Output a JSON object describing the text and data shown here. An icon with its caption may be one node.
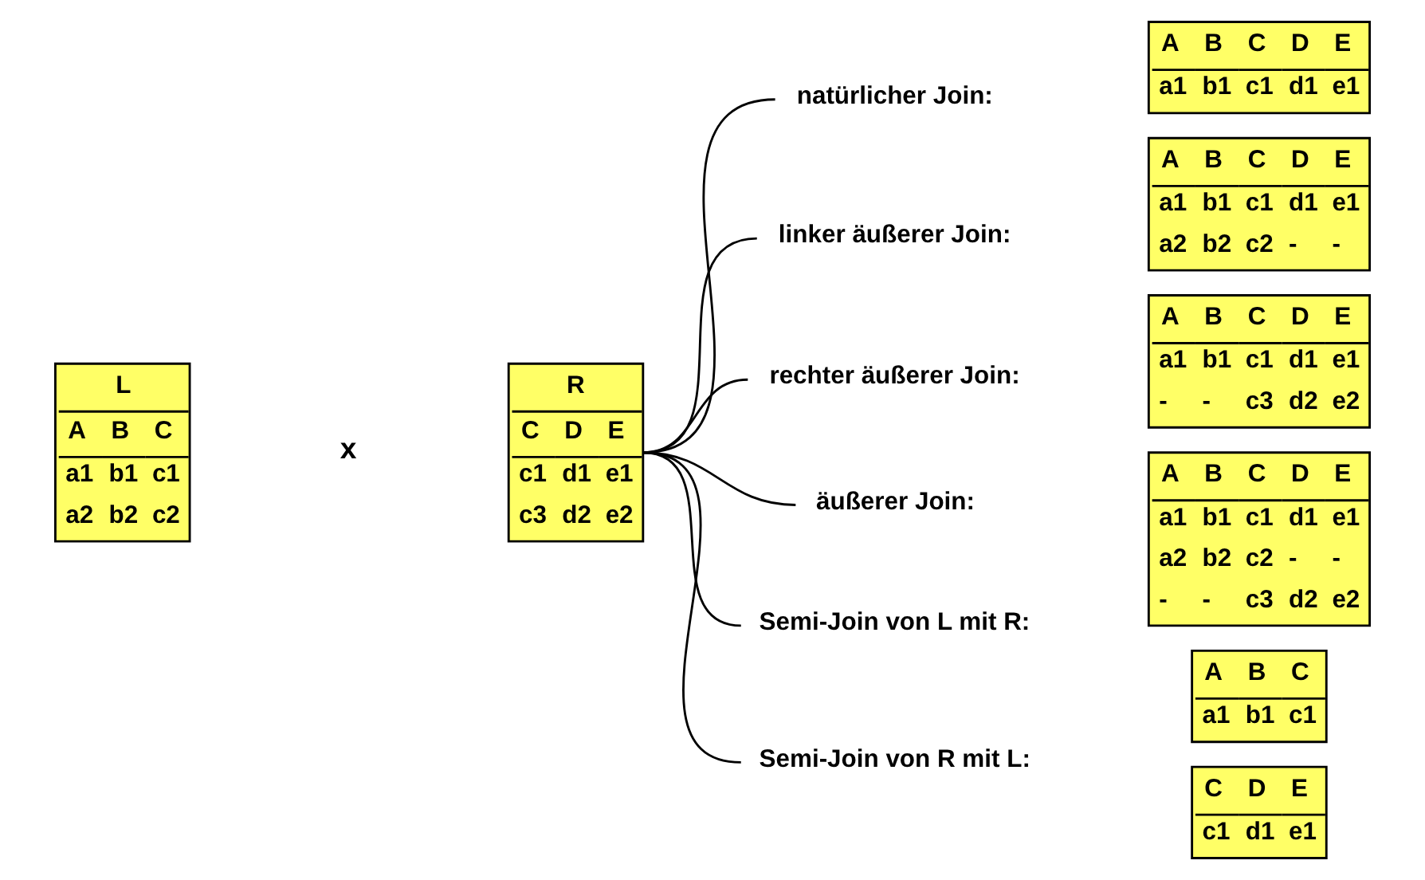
{
  "diagram": {
    "nodes": [
      {
        "text": [
          "L",
          "A",
          "B",
          "C",
          "a1",
          "b1",
          "c1",
          "a2",
          "b2",
          "c2"
        ]
      },
      {
        "text": [
          "R",
          "C",
          "D",
          "E",
          "c1",
          "d1",
          "e1",
          "c3",
          "d2",
          "e2"
        ]
      },
      {
        "text": [
          "natürlicher Join:"
        ]
      },
      {
        "text": [
          "linker äußerer Join:"
        ]
      },
      {
        "text": [
          "rechter äußerer Join:"
        ]
      },
      {
        "text": [
          "äußerer Join:"
        ]
      },
      {
        "text": [
          "Semi-Join von L mit R:"
        ]
      },
      {
        "text": [
          "Semi-Join von R mit L:"
        ]
      },
      {
        "text": [
          "A",
          "B",
          "C",
          "D",
          "E",
          "a1",
          "b1",
          "c1",
          "d1",
          "e1"
        ]
      },
      {
        "text": [
          "A",
          "B",
          "C",
          "D",
          "E",
          "a1",
          "b1",
          "c1",
          "d1",
          "e1",
          "a2",
          "b2",
          "c2",
          "-",
          "-"
        ]
      },
      {
        "text": [
          "A",
          "B",
          "C",
          "D",
          "E",
          "a1",
          "b1",
          "c1",
          "d1",
          "e1",
          "-",
          "-",
          "c3",
          "d2",
          "e2"
        ]
      },
      {
        "text": [
          "A",
          "B",
          "C",
          "D",
          "E",
          "a1",
          "b1",
          "c1",
          "d1",
          "e1",
          "a2",
          "b2",
          "c2",
          "-",
          "-",
          "-",
          "-",
          "c3",
          "d2",
          "e2"
        ]
      },
      {
        "text": [
          "A",
          "B",
          "C",
          "a1",
          "b1",
          "c1"
        ]
      },
      {
        "text": [
          "C",
          "D",
          "E",
          "c1",
          "d1",
          "e1"
        ]
      }
    ],
    "edges": [
      {
        "from": 1,
        "to": 2,
        "arrow": "none"
      },
      {
        "from": 1,
        "to": 3,
        "arrow": "none"
      },
      {
        "from": 1,
        "to": 4,
        "arrow": "none"
      },
      {
        "from": 1,
        "to": 5,
        "arrow": "none"
      },
      {
        "from": 1,
        "to": 6,
        "arrow": "none"
      },
      {
        "from": 1,
        "to": 7,
        "arrow": "none"
      }
    ],
    "labels": [
      "x"
    ]
  }
}
